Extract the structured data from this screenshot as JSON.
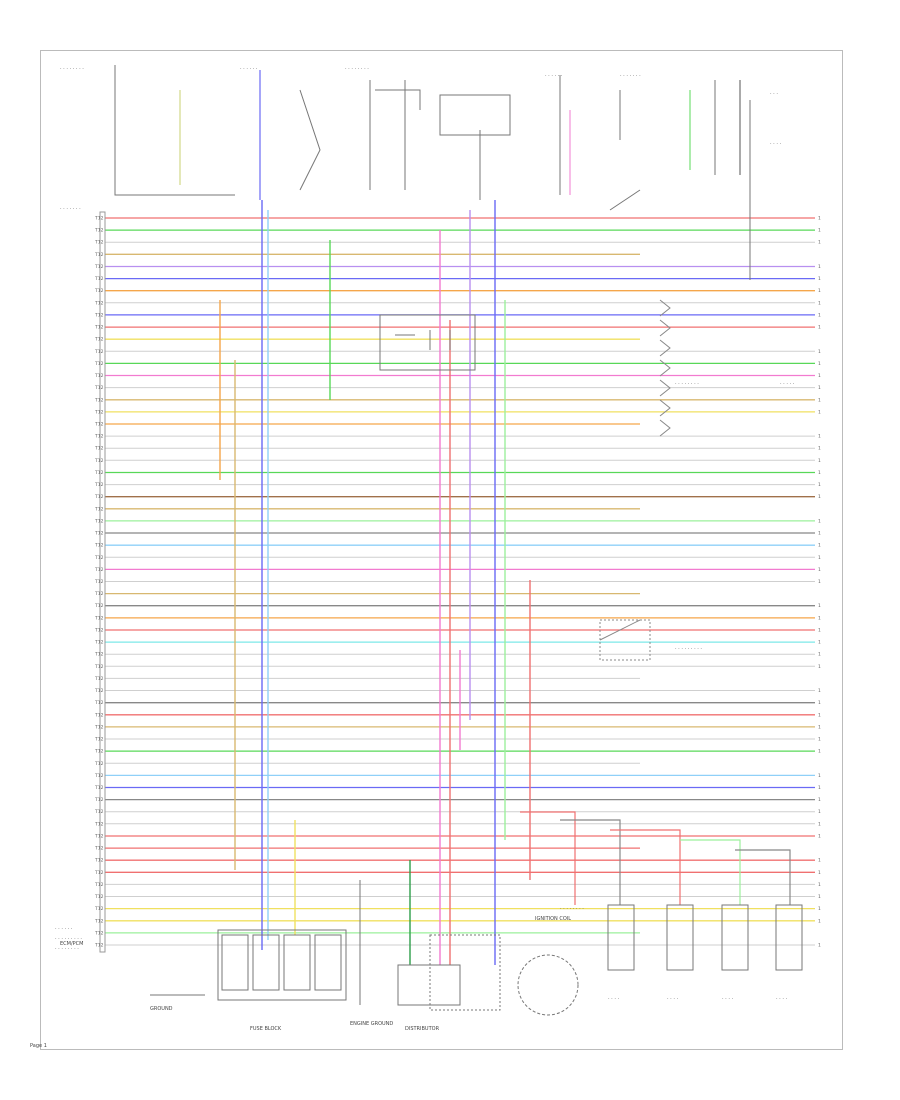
{
  "page": {
    "title": "Page 1"
  },
  "labels": {
    "left_block": "ECM/PCM",
    "fuse_block": "FUSE BLOCK",
    "distributor": "DISTRIBUTOR",
    "ignition_coil": "IGNITION COIL",
    "ground": "GROUND",
    "engine_ground": "ENGINE GROUND"
  },
  "colors": {
    "red": "#f07070",
    "pink": "#f27bd0",
    "green": "#58d858",
    "ltgreen": "#9cf09c",
    "blue": "#6a6af5",
    "ltblue": "#8fd0f8",
    "orange": "#f5a64a",
    "yellow": "#f0e060",
    "tan": "#d8b870",
    "grey": "#888888",
    "ltgrey": "#cfcfcf",
    "brown": "#a0704a",
    "violet": "#b890f0",
    "cyan": "#7de8e8",
    "dkgreen": "#2e9e4a",
    "black": "#444444"
  },
  "diagram": {
    "left_pin_label": "T12",
    "right_pin_label": "1",
    "bus_rows": [
      {
        "c": "red"
      },
      {
        "c": "green"
      },
      {
        "c": "ltgrey"
      },
      {
        "c": "tan"
      },
      {
        "c": "violet"
      },
      {
        "c": "blue"
      },
      {
        "c": "orange"
      },
      {
        "c": "ltgrey"
      },
      {
        "c": "blue"
      },
      {
        "c": "red"
      },
      {
        "c": "yellow"
      },
      {
        "c": "ltgrey"
      },
      {
        "c": "green"
      },
      {
        "c": "pink"
      },
      {
        "c": "ltgrey"
      },
      {
        "c": "tan"
      },
      {
        "c": "yellow"
      },
      {
        "c": "orange"
      },
      {
        "c": "ltgrey"
      },
      {
        "c": "ltgrey"
      },
      {
        "c": "ltgrey"
      },
      {
        "c": "green"
      },
      {
        "c": "ltgrey"
      },
      {
        "c": "brown"
      },
      {
        "c": "tan"
      },
      {
        "c": "ltgreen"
      },
      {
        "c": "grey"
      },
      {
        "c": "ltblue"
      },
      {
        "c": "ltgrey"
      },
      {
        "c": "pink"
      },
      {
        "c": "ltgrey"
      },
      {
        "c": "tan"
      },
      {
        "c": "grey"
      },
      {
        "c": "orange"
      },
      {
        "c": "red"
      },
      {
        "c": "cyan"
      },
      {
        "c": "ltgrey"
      },
      {
        "c": "ltgrey"
      },
      {
        "c": "ltgrey"
      },
      {
        "c": "ltgrey"
      },
      {
        "c": "grey"
      },
      {
        "c": "red"
      },
      {
        "c": "tan"
      },
      {
        "c": "ltgrey"
      },
      {
        "c": "green"
      },
      {
        "c": "ltgrey"
      },
      {
        "c": "ltblue"
      },
      {
        "c": "blue"
      },
      {
        "c": "grey"
      },
      {
        "c": "ltgrey"
      },
      {
        "c": "ltgrey"
      },
      {
        "c": "red"
      },
      {
        "c": "red"
      },
      {
        "c": "red"
      },
      {
        "c": "red"
      },
      {
        "c": "ltgrey"
      },
      {
        "c": "ltgrey"
      },
      {
        "c": "yellow"
      },
      {
        "c": "yellow"
      },
      {
        "c": "ltgreen"
      },
      {
        "c": "ltgrey"
      }
    ],
    "verticals": [
      {
        "c": "blue"
      },
      {
        "c": "ltblue"
      },
      {
        "c": "green"
      },
      {
        "c": "pink"
      },
      {
        "c": "red"
      },
      {
        "c": "orange"
      },
      {
        "c": "tan"
      },
      {
        "c": "violet"
      },
      {
        "c": "yellow"
      },
      {
        "c": "dkgreen"
      },
      {
        "c": "ltgreen"
      },
      {
        "c": "red"
      },
      {
        "c": "blue"
      },
      {
        "c": "pink"
      }
    ]
  }
}
